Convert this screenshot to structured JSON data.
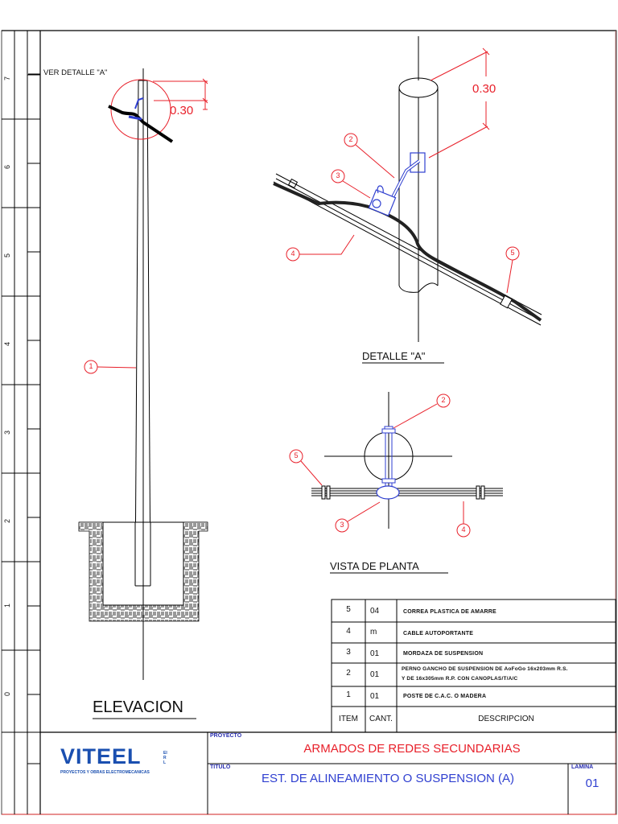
{
  "sheet": {
    "border_color": "#000000",
    "accent_red": "#e8202a",
    "accent_blue": "#2f3fd0",
    "logo_blue": "#1a4fb0"
  },
  "ruler": {
    "labels": [
      "7",
      "6",
      "5",
      "4",
      "3",
      "2",
      "1",
      "0"
    ]
  },
  "elevation": {
    "callout_text": "VER DETALLE \"A\"",
    "dimension": "0.30",
    "balloon_1": "1",
    "title": "ELEVACION"
  },
  "detail_a": {
    "dimension": "0.30",
    "balloons": [
      "2",
      "3",
      "4",
      "5"
    ],
    "title": "DETALLE \"A\""
  },
  "plan_view": {
    "balloons": [
      "2",
      "5",
      "3",
      "4"
    ],
    "title": "VISTA DE PLANTA"
  },
  "bom": {
    "headers": {
      "item": "ITEM",
      "cant": "CANT.",
      "desc": "DESCRIPCION"
    },
    "rows": [
      {
        "item": "5",
        "cant": "04",
        "desc": "CORREA PLASTICA DE AMARRE"
      },
      {
        "item": "4",
        "cant": "m",
        "desc": "CABLE AUTOPORTANTE"
      },
      {
        "item": "3",
        "cant": "01",
        "desc": "MORDAZA DE SUSPENSION"
      },
      {
        "item": "2",
        "cant": "01",
        "desc": "PERNO GANCHO DE SUSPENSION DE AoFoGo 16x203mm R.S.",
        "desc2": "Y DE 16x305mm R.P. CON CANOPLAS/T/A/C"
      },
      {
        "item": "1",
        "cant": "01",
        "desc": "POSTE DE C.A.C. O MADERA"
      }
    ]
  },
  "title_block": {
    "logo": "VITEEL",
    "logo_suffix": "EIRL",
    "logo_tagline": "PROYECTOS Y OBRAS ELECTROMECANICAS",
    "proyecto_label": "PROYECTO",
    "proyecto_value": "ARMADOS DE REDES SECUNDARIAS",
    "titulo_label": "TITULO",
    "titulo_value": "EST. DE ALINEAMIENTO O SUSPENSION (A)",
    "lamina_label": "LAMINA",
    "lamina_value": "01"
  }
}
